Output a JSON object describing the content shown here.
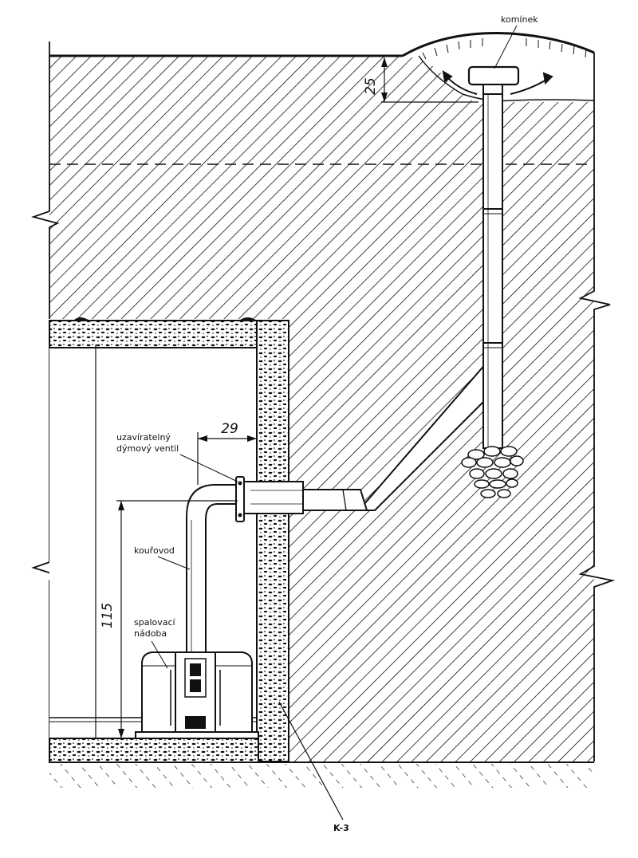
{
  "labels": {
    "chimney": "komínek",
    "valve_line1": "uzavíratelný",
    "valve_line2": "dýmový ventil",
    "flue": "kouřovod",
    "vessel_line1": "spalovací",
    "vessel_line2": "nádoba",
    "section": "K-3"
  },
  "dimensions": {
    "cover_depth": "25",
    "wall_offset": "29",
    "flue_height": "115"
  }
}
